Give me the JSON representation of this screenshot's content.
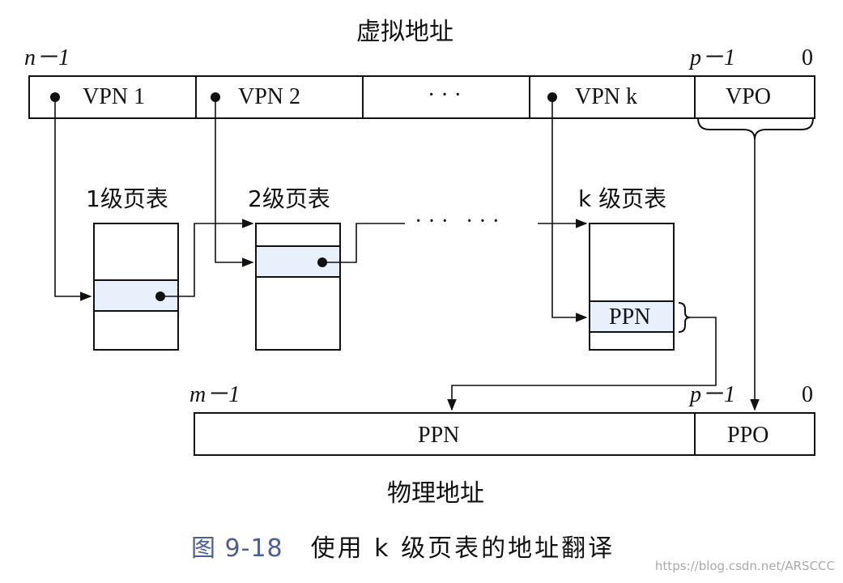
{
  "virtual_address": {
    "title": "虚拟地址",
    "msb_label": "n－1",
    "vpo_high_label": "p－1",
    "vpo_low_label": "0",
    "fields": [
      "VPN 1",
      "VPN 2",
      "· · ·",
      "VPN k",
      "VPO"
    ]
  },
  "page_tables": {
    "level1_label": "1级页表",
    "level2_label": "2级页表",
    "levelk_label": "k 级页表",
    "ellipsis": "· · ·   · · ·",
    "ppn_entry": "PPN"
  },
  "physical_address": {
    "title": "物理地址",
    "msb_label": "m－1",
    "ppo_high_label": "p－1",
    "ppo_low_label": "0",
    "fields": [
      "PPN",
      "PPO"
    ]
  },
  "caption": {
    "figure": "图 9-18",
    "text": "使用 k 级页表的地址翻译"
  },
  "watermark": "https://blog.csdn.net/ARSCCC",
  "colors": {
    "line": "#111111",
    "entry_fill": "#e8f0fb",
    "caption_figure": "#4a5e9a"
  }
}
